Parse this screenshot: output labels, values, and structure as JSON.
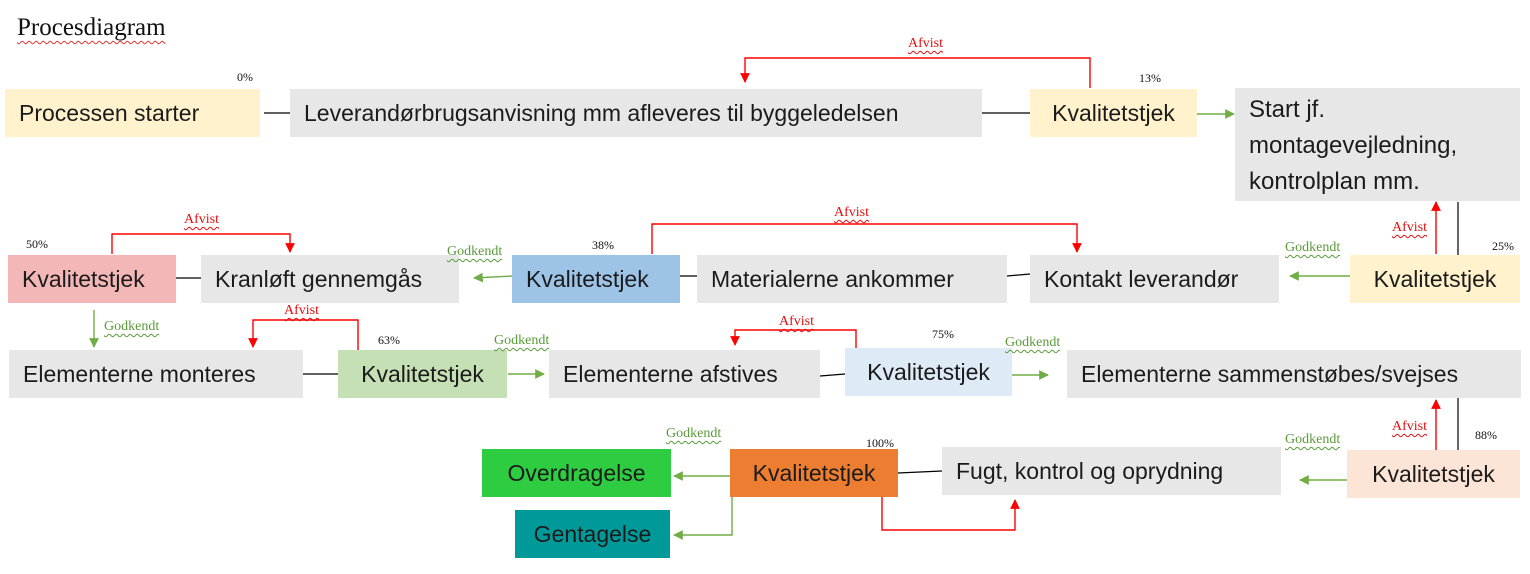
{
  "title": "Procesdiagram",
  "boxes": {
    "b1": "Processen starter",
    "b2": "Leverandørbrugsanvisning mm afleveres til byggeledelsen",
    "b3": "Kvalitetstjek",
    "b4": "Start jf. montagevejledning, kontrolplan mm.",
    "b5": "Kvalitetstjek",
    "b6": "Kontakt leverandør",
    "b7": "Materialerne ankommer",
    "b8": "Kvalitetstjek",
    "b9": "Kranløft gennemgås",
    "b10": "Kvalitetstjek",
    "b11": "Elementerne monteres",
    "b12": "Kvalitetstjek",
    "b13": "Elementerne afstives",
    "b14": "Kvalitetstjek",
    "b15": "Elementerne sammenstøbes/svejses",
    "b16": "Kvalitetstjek",
    "b17": "Fugt,  kontrol og oprydning",
    "b18": "Kvalitetstjek",
    "b19": "Overdragelse",
    "b20": "Gentagelse"
  },
  "percentages": {
    "p0": "0%",
    "p13": "13%",
    "p25": "25%",
    "p38": "38%",
    "p50": "50%",
    "p63": "63%",
    "p75": "75%",
    "p88": "88%",
    "p100": "100%"
  },
  "labels": {
    "afvist": "Afvist",
    "godkendt": "Godkendt"
  },
  "colors": {
    "rejected": "#ff0000",
    "approved": "#70ad47",
    "neutral_box": "#e7e7e7",
    "cream_box": "#fff2cc",
    "pink_box": "#f4b7b7",
    "blue_box": "#9dc3e6",
    "green_box": "#c5e0b4",
    "lightblue_box": "#deebf7",
    "peach_box": "#fce4d6",
    "orange_box": "#ed7d31",
    "bright_green_box": "#2ecc40",
    "teal_box": "#009999"
  }
}
